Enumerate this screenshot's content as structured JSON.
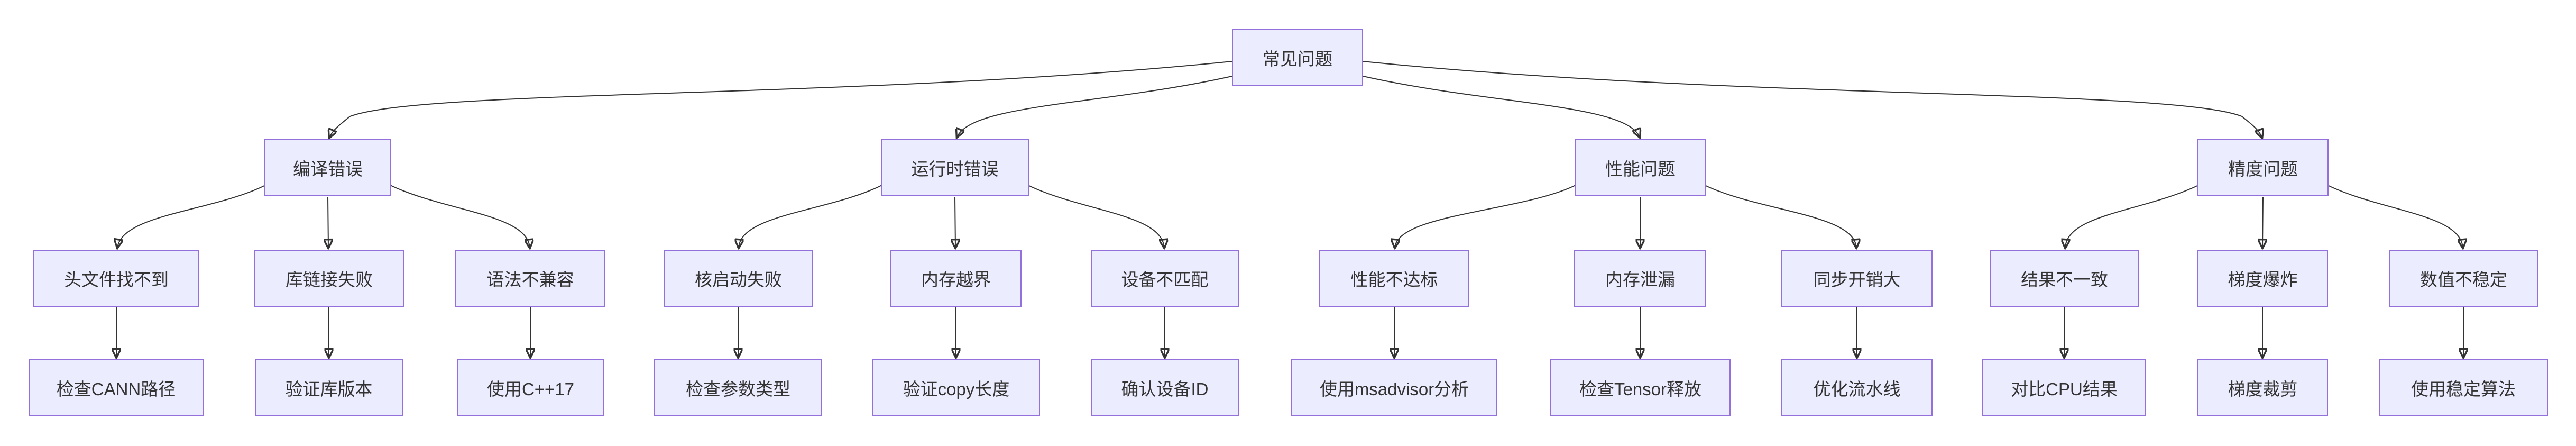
{
  "diagram": {
    "type": "flowchart-tree",
    "root": {
      "label": "常见问题"
    },
    "branches": [
      {
        "label": "编译错误",
        "children": [
          {
            "issue": "头文件找不到",
            "solution": "检查CANN路径"
          },
          {
            "issue": "库链接失败",
            "solution": "验证库版本"
          },
          {
            "issue": "语法不兼容",
            "solution": "使用C++17"
          }
        ]
      },
      {
        "label": "运行时错误",
        "children": [
          {
            "issue": "核启动失败",
            "solution": "检查参数类型"
          },
          {
            "issue": "内存越界",
            "solution": "验证copy长度"
          },
          {
            "issue": "设备不匹配",
            "solution": "确认设备ID"
          }
        ]
      },
      {
        "label": "性能问题",
        "children": [
          {
            "issue": "性能不达标",
            "solution": "使用msadvisor分析"
          },
          {
            "issue": "内存泄漏",
            "solution": "检查Tensor释放"
          },
          {
            "issue": "同步开销大",
            "solution": "优化流水线"
          }
        ]
      },
      {
        "label": "精度问题",
        "children": [
          {
            "issue": "结果不一致",
            "solution": "对比CPU结果"
          },
          {
            "issue": "梯度爆炸",
            "solution": "梯度裁剪"
          },
          {
            "issue": "数值不稳定",
            "solution": "使用稳定算法"
          }
        ]
      }
    ],
    "colors": {
      "node_fill": "#ECECFF",
      "node_border": "#9370DB",
      "text": "#333333",
      "edge": "#333333"
    }
  }
}
